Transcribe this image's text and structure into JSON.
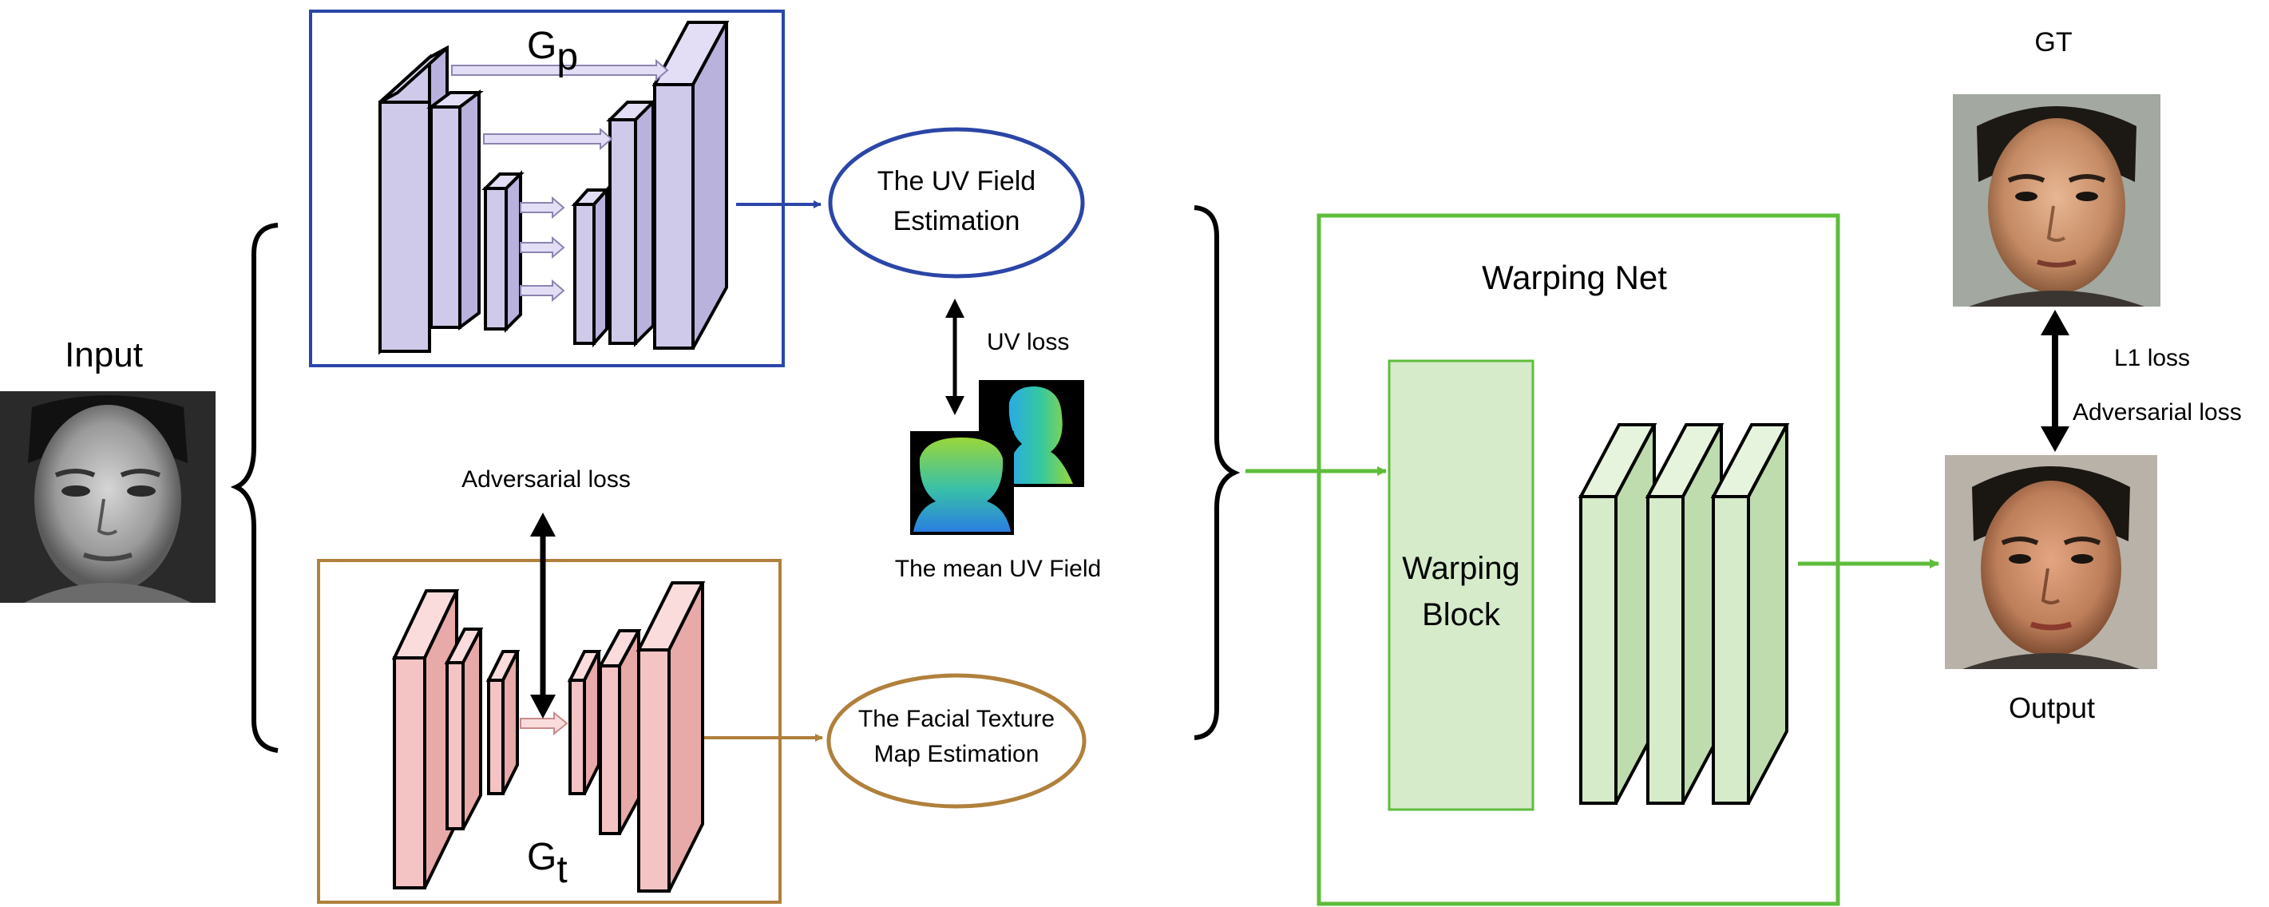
{
  "labels": {
    "input": "Input",
    "gp_main": "G",
    "gp_sub": "p",
    "gt_main": "G",
    "gt_sub": "t",
    "uv_field_line1": "The UV Field",
    "uv_field_line2": "Estimation",
    "uv_loss": "UV loss",
    "mean_uv_field": "The mean UV Field",
    "adversarial_loss_mid": "Adversarial loss",
    "texture_line1": "The Facial Texture",
    "texture_line2": "Map Estimation",
    "warping_net": "Warping Net",
    "warping_block_line1": "Warping",
    "warping_block_line2": "Block",
    "gt": "GT",
    "l1_loss": "L1 loss",
    "adversarial_loss_right": "Adversarial loss",
    "output": "Output"
  },
  "colors": {
    "gp_block": "#cfc9ea",
    "gp_border": "#2b45a8",
    "gt_block": "#f4c3c3",
    "gt_border": "#b0803c",
    "warp_block": "#d5ebc9",
    "warp_border": "#5ebd3b"
  },
  "icons": {
    "input_face": "grayscale-nir-face-photo",
    "gt_face": "color-face-photo",
    "output_face": "color-face-photo",
    "uv_maps": "uv-position-map-heads"
  }
}
